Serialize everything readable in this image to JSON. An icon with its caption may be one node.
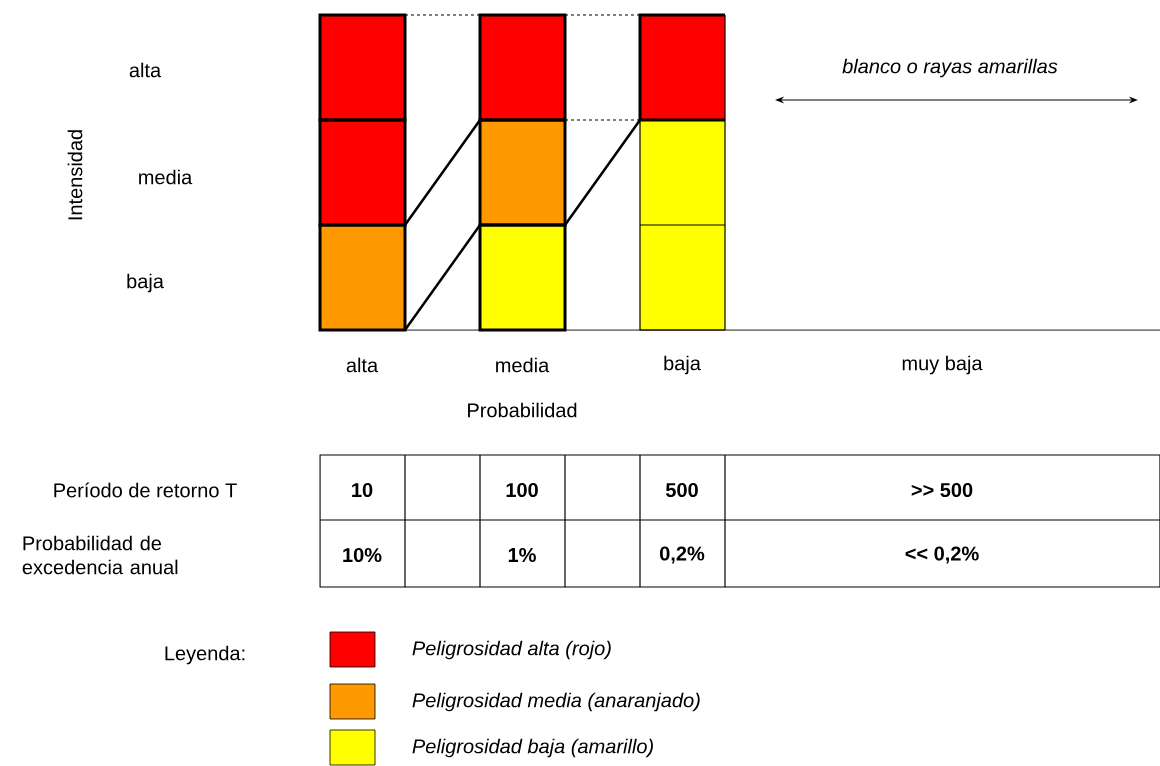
{
  "diagram": {
    "labels": [
      "alta",
      "blanco o rayas amarillas",
      "Intensidad",
      "media",
      "baja",
      "alta",
      "media",
      "baja",
      "muy baja",
      "Probabilidad",
      "Período de retorno T",
      "10",
      "100",
      "500",
      ">> 500",
      "Probabilidad de excedencia anual",
      "10%",
      "1%",
      "0,2%",
      "<< 0,2%",
      "Leyenda:"
    ],
    "legend": [
      {
        "text": "Peligrosidad alta (rojo)",
        "color": "#ff0000"
      },
      {
        "text": "Peligrosidad media (anaranjado)",
        "color": "#ff9900"
      },
      {
        "text": "Peligrosidad baja (amarillo)",
        "color": "#ffff00"
      }
    ]
  }
}
